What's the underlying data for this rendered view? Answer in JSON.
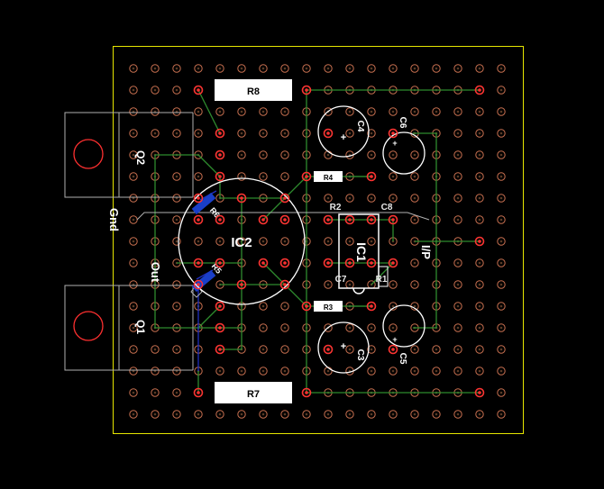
{
  "colors": {
    "background": "#000000",
    "board_outline": "#e6e600",
    "pad_ring": "#c87050",
    "pad_dot": "#5a3a25",
    "drill_ring": "#ff3030",
    "trace": "#2e8b2e",
    "trace_blue": "#2030c0",
    "silk": "#ffffff",
    "ic1_label": "#ffffff",
    "outline_gray": "#b0b0b0",
    "copper_label": "#f0e0d0"
  },
  "labels": {
    "r8": "R8",
    "r7": "R7",
    "r1": "R1",
    "r2": "R2",
    "r3": "R3",
    "r6": "R6",
    "r5": "R5",
    "r4": "R4",
    "c4": "C4",
    "c6": "C6",
    "c3": "C3",
    "c5": "C5",
    "c7": "C7",
    "c8": "C8",
    "ic1": "IC1",
    "ic2": "IC2",
    "q1": "Q1",
    "q2": "Q2",
    "gnd": "Gnd",
    "out": "Out",
    "ip": "I/P",
    "plus": "+"
  }
}
